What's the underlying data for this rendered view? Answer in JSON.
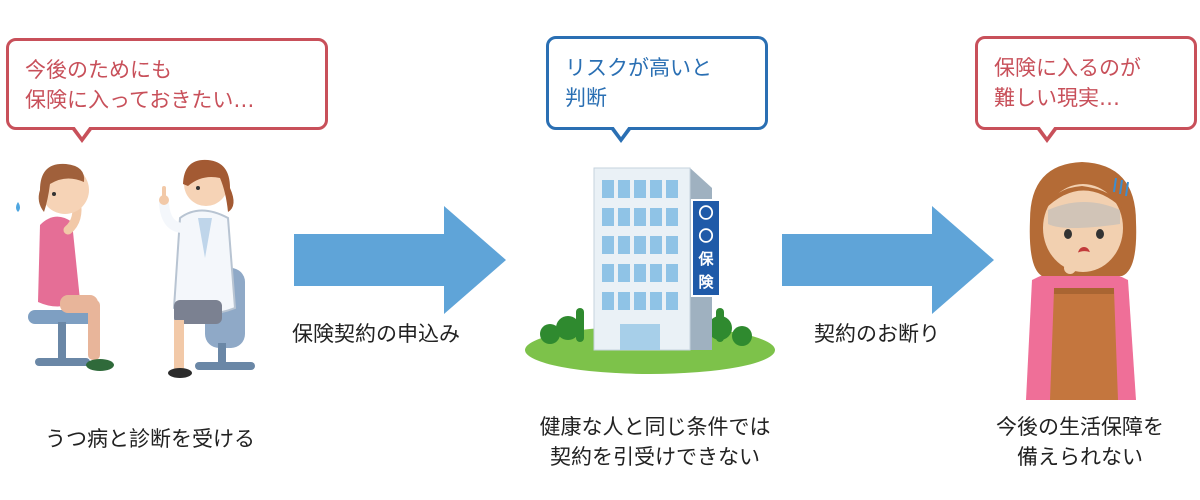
{
  "stage1": {
    "bubble_lines": [
      "今後のためにも",
      "保険に入っておきたい…"
    ],
    "caption": "うつ病と診断を受ける"
  },
  "arrow1": {
    "label": "保険契約の申込み"
  },
  "stage2": {
    "bubble_lines": [
      "リスクが高いと",
      "判断"
    ],
    "building_sign": [
      "〇",
      "〇",
      "保",
      "険"
    ],
    "caption_lines": [
      "健康な人と同じ条件では",
      "契約を引受けできない"
    ]
  },
  "arrow2": {
    "label": "契約のお断り"
  },
  "stage3": {
    "bubble_lines": [
      "保険に入るのが",
      "難しい現実…"
    ],
    "caption_lines": [
      "今後の生活保障を",
      "備えられない"
    ]
  },
  "colors": {
    "bubble_red": "#c8505a",
    "bubble_blue": "#2a6fb3",
    "arrow": "#5fa4d8"
  }
}
